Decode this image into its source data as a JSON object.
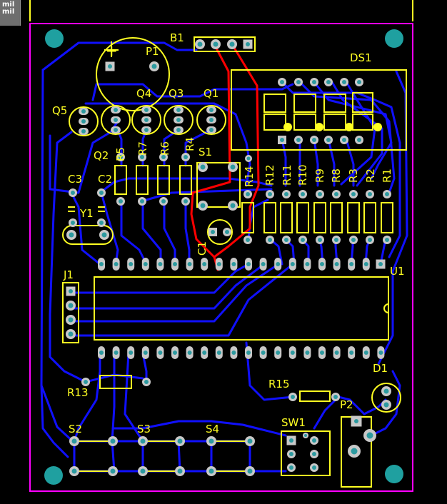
{
  "toolbar": {
    "unit_top": "mil",
    "unit_bottom": "mil"
  },
  "colors": {
    "board": "#000000",
    "outline": "#ff00ff",
    "bottom_trace": "#1010ff",
    "top_trace": "#ff0000",
    "silkscreen": "#ffff00",
    "pad": "#c8c8c8",
    "via_hole": "#2c9aa0",
    "mounting_hole": "#1fa0a0"
  },
  "components": {
    "b1": "B1",
    "p1": "P1",
    "ds1": "DS1",
    "q1": "Q1",
    "q2": "Q2",
    "q3": "Q3",
    "q4": "Q4",
    "q5": "Q5",
    "r1": "R1",
    "r2": "R2",
    "r3": "R3",
    "r4": "R4",
    "r5": "R5",
    "r6": "R6",
    "r7": "R7",
    "r8": "R8",
    "r9": "R9",
    "r10": "R10",
    "r11": "R11",
    "r12": "R12",
    "r13": "R13",
    "r14": "R14",
    "r15": "R15",
    "s1": "S1",
    "s2": "S2",
    "s3": "S3",
    "s4": "S4",
    "c1": "C1",
    "c2": "C2",
    "c3": "C3",
    "y1": "Y1",
    "j1": "J1",
    "u1": "U1",
    "d1": "D1",
    "p2": "P2",
    "sw1": "SW1",
    "plus_mark": "+"
  }
}
